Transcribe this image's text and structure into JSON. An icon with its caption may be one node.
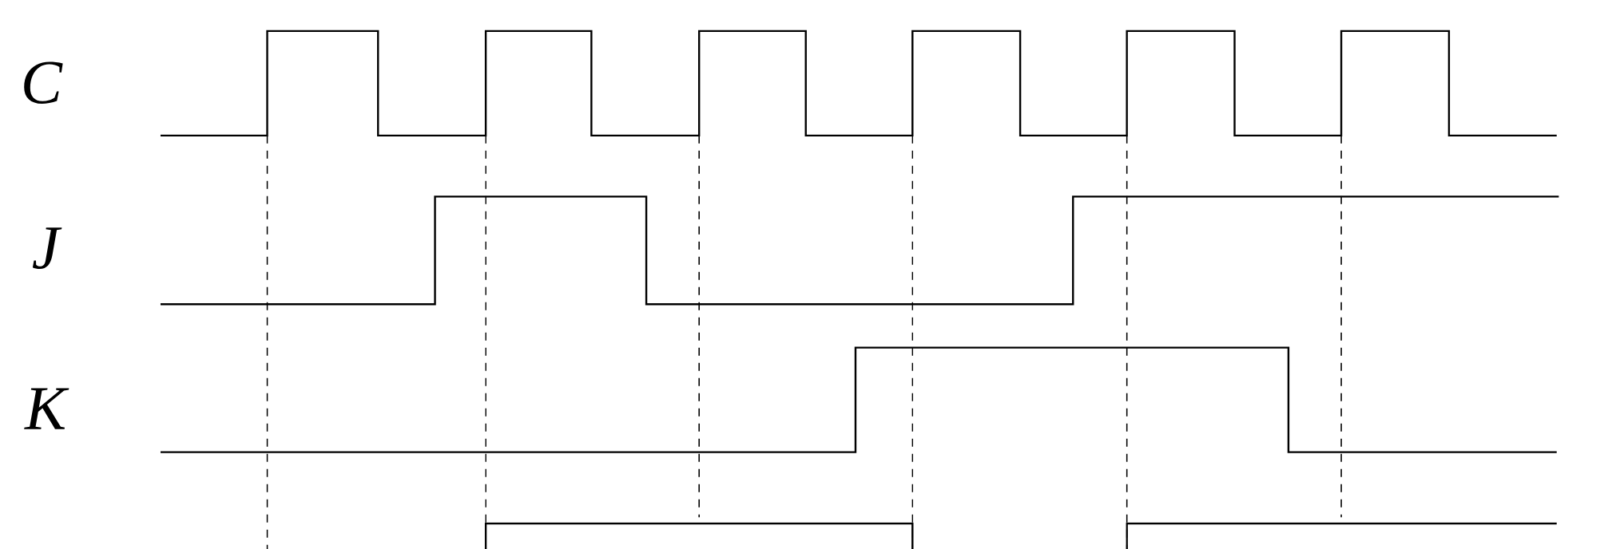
{
  "diagram": {
    "labels": [
      "C",
      "J",
      "K"
    ]
  }
}
